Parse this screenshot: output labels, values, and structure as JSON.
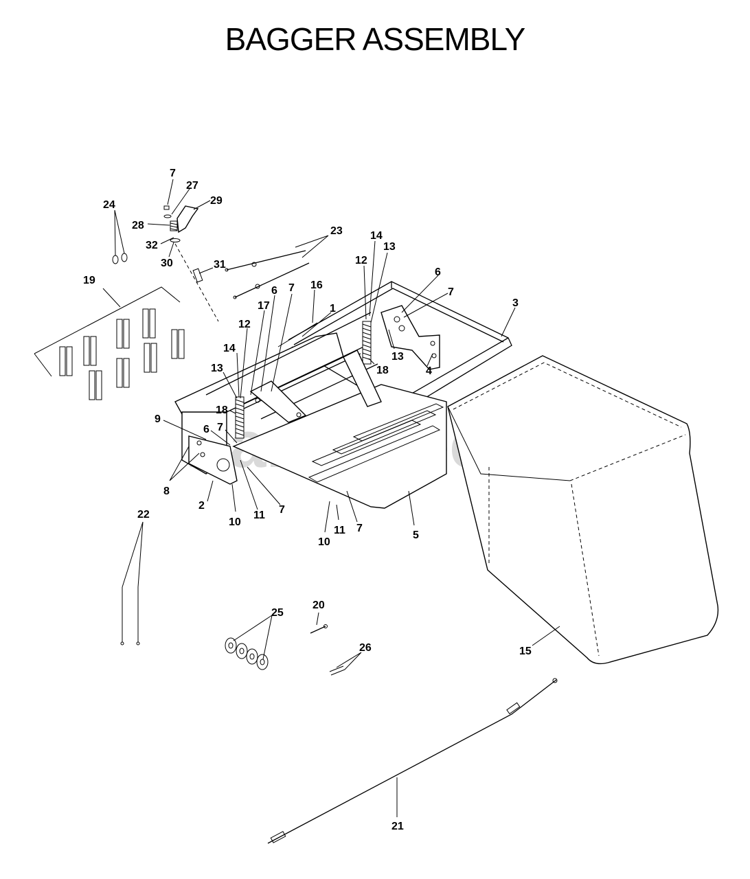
{
  "title": "BAGGER ASSEMBLY",
  "watermark": {
    "text": "PartsTree",
    "tm": "TM"
  },
  "callouts": [
    {
      "id": "c7a",
      "label": "7"
    },
    {
      "id": "c27",
      "label": "27"
    },
    {
      "id": "c29",
      "label": "29"
    },
    {
      "id": "c24",
      "label": "24"
    },
    {
      "id": "c28",
      "label": "28"
    },
    {
      "id": "c32",
      "label": "32"
    },
    {
      "id": "c30",
      "label": "30"
    },
    {
      "id": "c31",
      "label": "31"
    },
    {
      "id": "c23",
      "label": "23"
    },
    {
      "id": "c19",
      "label": "19"
    },
    {
      "id": "c14a",
      "label": "14"
    },
    {
      "id": "c13a",
      "label": "13"
    },
    {
      "id": "c12a",
      "label": "12"
    },
    {
      "id": "c6a",
      "label": "6"
    },
    {
      "id": "c7b",
      "label": "7"
    },
    {
      "id": "c3",
      "label": "3"
    },
    {
      "id": "c16",
      "label": "16"
    },
    {
      "id": "c1",
      "label": "1"
    },
    {
      "id": "c6b",
      "label": "6"
    },
    {
      "id": "c7c",
      "label": "7"
    },
    {
      "id": "c17",
      "label": "17"
    },
    {
      "id": "c12b",
      "label": "12"
    },
    {
      "id": "c13b",
      "label": "13"
    },
    {
      "id": "c18a",
      "label": "18"
    },
    {
      "id": "c4",
      "label": "4"
    },
    {
      "id": "c14b",
      "label": "14"
    },
    {
      "id": "c13c",
      "label": "13"
    },
    {
      "id": "c18b",
      "label": "18"
    },
    {
      "id": "c9",
      "label": "9"
    },
    {
      "id": "c6c",
      "label": "6"
    },
    {
      "id": "c7d",
      "label": "7"
    },
    {
      "id": "c8",
      "label": "8"
    },
    {
      "id": "c2",
      "label": "2"
    },
    {
      "id": "c10a",
      "label": "10"
    },
    {
      "id": "c11a",
      "label": "11"
    },
    {
      "id": "c7e",
      "label": "7"
    },
    {
      "id": "c10b",
      "label": "10"
    },
    {
      "id": "c11b",
      "label": "11"
    },
    {
      "id": "c7f",
      "label": "7"
    },
    {
      "id": "c5",
      "label": "5"
    },
    {
      "id": "c22",
      "label": "22"
    },
    {
      "id": "c25",
      "label": "25"
    },
    {
      "id": "c20",
      "label": "20"
    },
    {
      "id": "c26",
      "label": "26"
    },
    {
      "id": "c15",
      "label": "15"
    },
    {
      "id": "c21",
      "label": "21"
    }
  ]
}
